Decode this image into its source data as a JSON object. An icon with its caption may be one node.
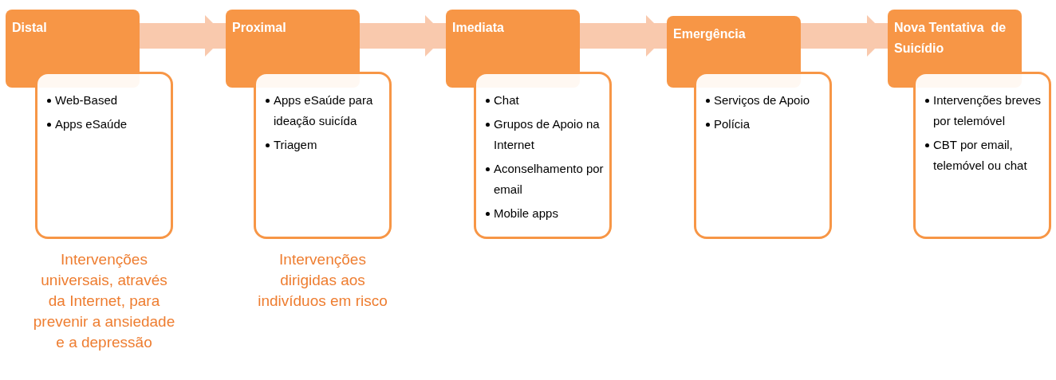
{
  "diagram": {
    "nodes": [
      {
        "text": [
          "Distal"
        ]
      },
      {
        "text": [
          "Web-Based",
          "Apps eSaúde"
        ],
        "beside": [
          "Intervenções universais, através da Internet, para prevenir a ansiedade e a depressão"
        ]
      },
      {
        "text": [
          "Proximal"
        ]
      },
      {
        "text": [
          "Apps eSaúde para ideação suicída",
          "Triagem"
        ],
        "beside": [
          "Intervenções dirigidas aos indivíduos em risco"
        ]
      },
      {
        "text": [
          "Imediata"
        ]
      },
      {
        "text": [
          "Chat",
          "Grupos de Apoio na Internet",
          "Aconselhamento por email",
          "Mobile apps"
        ]
      },
      {
        "text": [
          "Emergência"
        ]
      },
      {
        "text": [
          "Serviços de Apoio",
          "Polícia"
        ]
      },
      {
        "text": [
          "Nova Tentativa  de Suicídio"
        ]
      },
      {
        "text": [
          "Intervenções breves por telemóvel",
          "CBT por email, telemóvel ou chat"
        ]
      }
    ],
    "edges": [
      {
        "from": 0,
        "to": 2,
        "arrow": "to"
      },
      {
        "from": 2,
        "to": 4,
        "arrow": "to"
      },
      {
        "from": 4,
        "to": 6,
        "arrow": "to"
      },
      {
        "from": 6,
        "to": 8,
        "arrow": "to"
      }
    ]
  }
}
